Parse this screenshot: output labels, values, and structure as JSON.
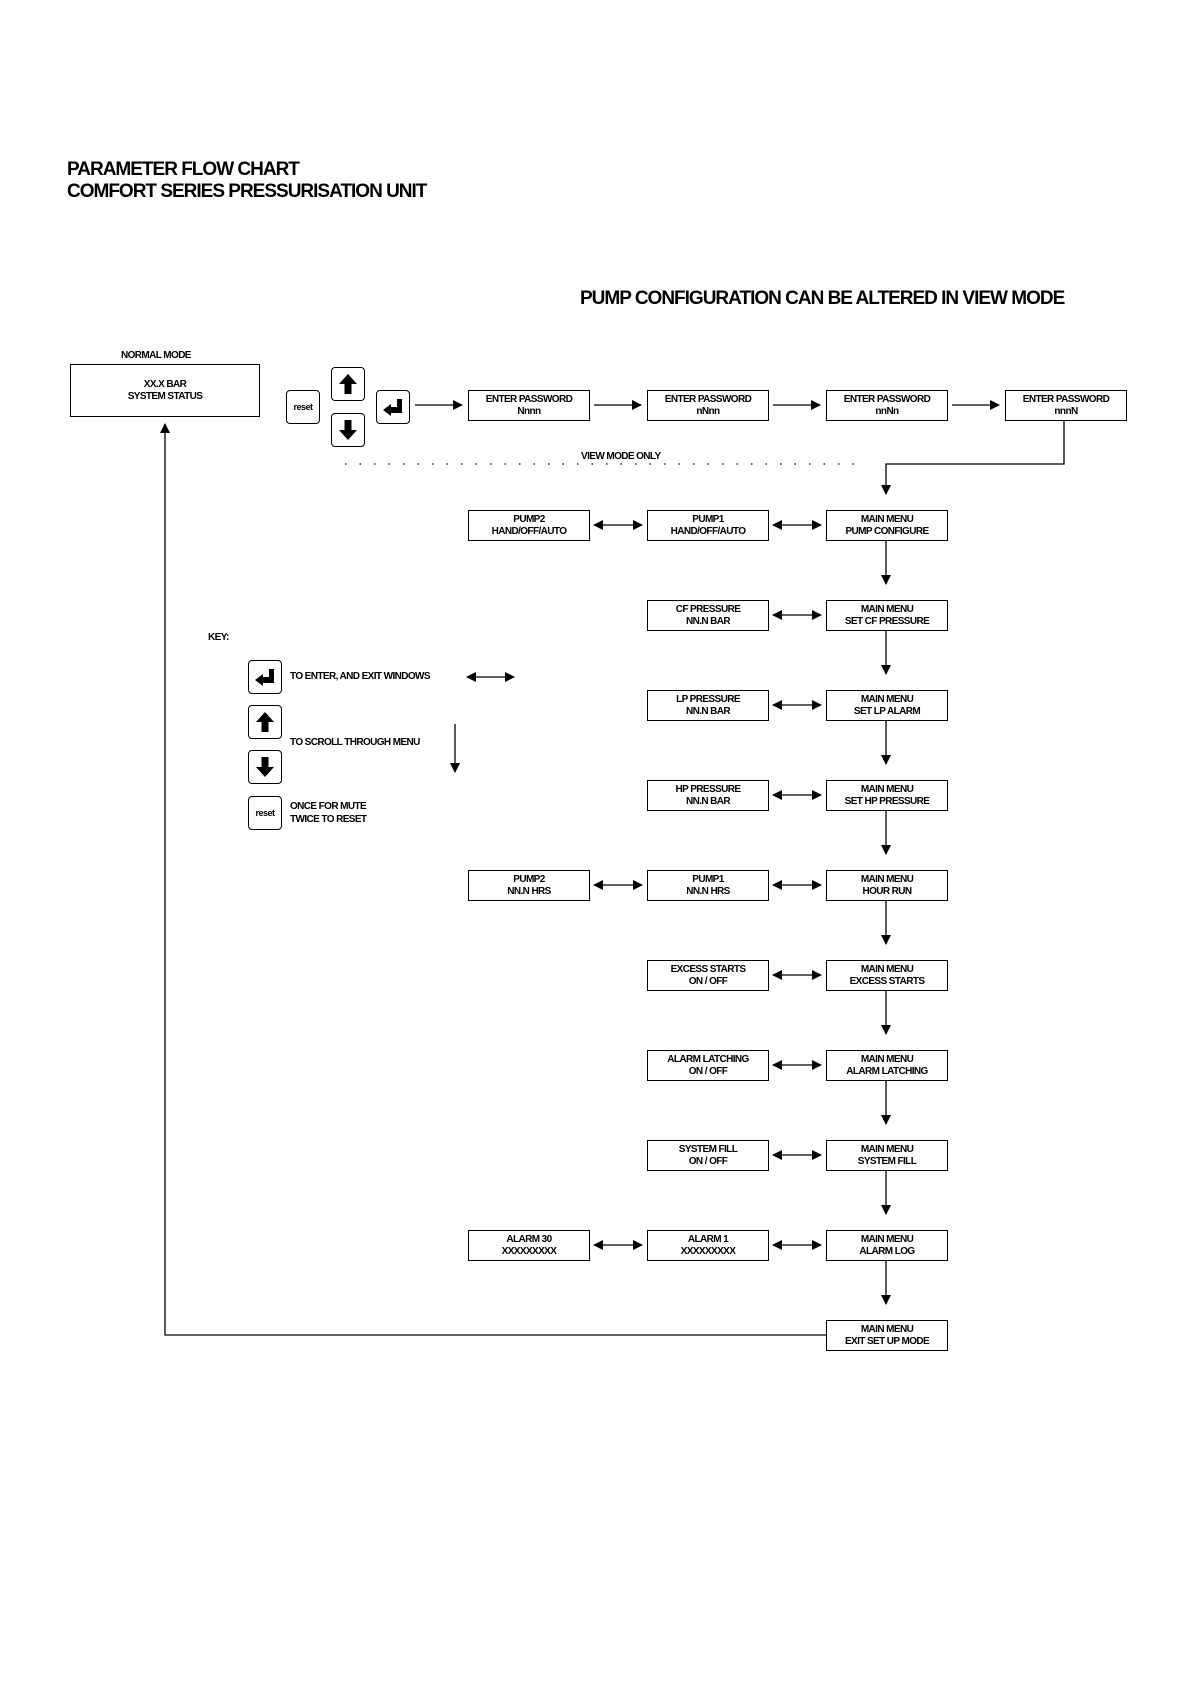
{
  "header": {
    "title_line1": "PARAMETER FLOW CHART",
    "title_line2": "COMFORT SERIES PRESSURISATION UNIT",
    "note": "PUMP CONFIGURATION CAN BE ALTERED IN VIEW MODE"
  },
  "normal_mode": {
    "label": "NORMAL MODE",
    "line1": "XX.X BAR",
    "line2": "SYSTEM STATUS"
  },
  "keys": {
    "reset": "reset",
    "up_icon": "up-arrow-icon",
    "down_icon": "down-arrow-icon",
    "enter_icon": "enter-icon"
  },
  "password": [
    {
      "line1": "ENTER PASSWORD",
      "line2": "Nnnn"
    },
    {
      "line1": "ENTER PASSWORD",
      "line2": "nNnn"
    },
    {
      "line1": "ENTER PASSWORD",
      "line2": "nnNn"
    },
    {
      "line1": "ENTER PASSWORD",
      "line2": "nnnN"
    }
  ],
  "view_mode_label": "VIEW MODE ONLY",
  "main_menu": [
    {
      "line1": "MAIN MENU",
      "line2": "PUMP CONFIGURE"
    },
    {
      "line1": "MAIN MENU",
      "line2": "SET CF PRESSURE"
    },
    {
      "line1": "MAIN MENU",
      "line2": "SET LP ALARM"
    },
    {
      "line1": "MAIN MENU",
      "line2": "SET HP PRESSURE"
    },
    {
      "line1": "MAIN MENU",
      "line2": "HOUR RUN"
    },
    {
      "line1": "MAIN MENU",
      "line2": "EXCESS STARTS"
    },
    {
      "line1": "MAIN MENU",
      "line2": "ALARM LATCHING"
    },
    {
      "line1": "MAIN MENU",
      "line2": "SYSTEM FILL"
    },
    {
      "line1": "MAIN MENU",
      "line2": "ALARM LOG"
    },
    {
      "line1": "MAIN MENU",
      "line2": "EXIT SET UP MODE"
    }
  ],
  "sub_menu": [
    {
      "line1": "PUMP1",
      "line2": "HAND/OFF/AUTO"
    },
    {
      "line1": "CF PRESSURE",
      "line2": "NN.N BAR"
    },
    {
      "line1": "LP PRESSURE",
      "line2": "NN.N BAR"
    },
    {
      "line1": "HP PRESSURE",
      "line2": "NN.N BAR"
    },
    {
      "line1": "PUMP1",
      "line2": "NN.N HRS"
    },
    {
      "line1": "EXCESS STARTS",
      "line2": "ON / OFF"
    },
    {
      "line1": "ALARM LATCHING",
      "line2": "ON / OFF"
    },
    {
      "line1": "SYSTEM FILL",
      "line2": "ON / OFF"
    },
    {
      "line1": "ALARM 1",
      "line2": "XXXXXXXXX"
    }
  ],
  "sub_menu2": [
    {
      "line1": "PUMP2",
      "line2": "HAND/OFF/AUTO"
    },
    {
      "line1": "PUMP2",
      "line2": "NN.N HRS"
    },
    {
      "line1": "ALARM 30",
      "line2": "XXXXXXXXX"
    }
  ],
  "legend": {
    "title": "KEY:",
    "enter_text": "TO ENTER, AND  EXIT WINDOWS",
    "scroll_text": "TO SCROLL THROUGH MENU",
    "reset_text1": "ONCE FOR MUTE",
    "reset_text2": "TWICE TO RESET"
  }
}
